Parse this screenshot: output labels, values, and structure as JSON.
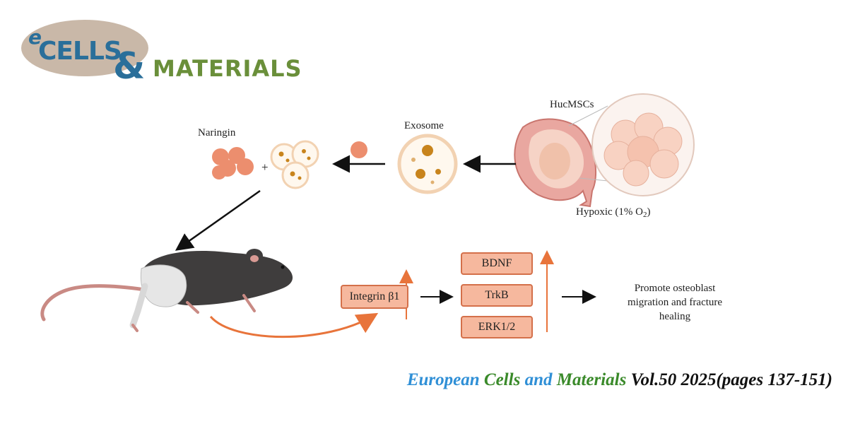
{
  "logo": {
    "e": "e",
    "cells": "CELLS",
    "amp": "&",
    "materials": "MATERIALS"
  },
  "diagram": {
    "hucmscs": "HucMSCs",
    "hypoxic_prefix": "Hypoxic (1% O",
    "hypoxic_sub": "2",
    "hypoxic_suffix": ")",
    "exosome": "Exosome",
    "naringin": "Naringin",
    "plus": "+",
    "integrin": "Integrin β1",
    "bdnf": "BDNF",
    "trkb": "TrkB",
    "erk": "ERK1/2",
    "outcome_line1": "Promote osteoblast",
    "outcome_line2": "migration and fracture",
    "outcome_line3": "healing"
  },
  "citation": {
    "journal_part1": "European",
    "journal_part2": "Cells",
    "journal_part3": "and",
    "journal_part4": "Materials",
    "volume": "Vol.50 2025(pages 137-151)"
  },
  "colors": {
    "logo_blue": "#2a6f9a",
    "logo_green": "#6a8f3a",
    "box_fill": "#f6b89e",
    "box_border": "#d4704a",
    "accent_orange": "#e8743b",
    "citation_blue": "#2f8fd6",
    "citation_green": "#3a8a2a"
  }
}
